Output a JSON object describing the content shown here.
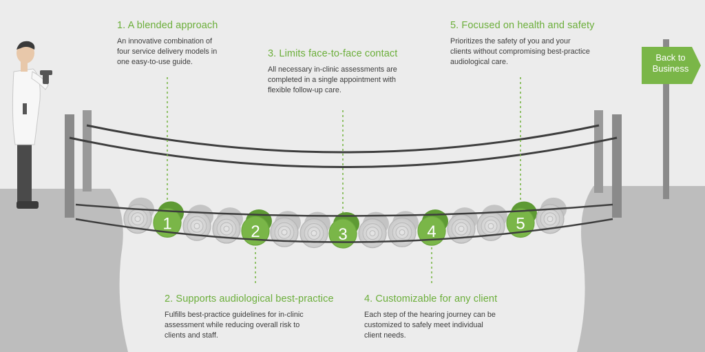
{
  "steps": [
    {
      "number": "1",
      "title": "1. A blended approach",
      "lines": [
        "An innovative combination of",
        "four service delivery models in",
        "one easy-to-use guide."
      ]
    },
    {
      "number": "2",
      "title": "2. Supports audiological best-practice",
      "lines": [
        "Fulfills best-practice guidelines for in-clinic",
        "assessment while reducing overall risk to",
        "clients and staff."
      ]
    },
    {
      "number": "3",
      "title": "3. Limits face-to-face contact",
      "lines": [
        "All necessary in-clinic assessments are",
        "completed in a single appointment with",
        "flexible follow-up care."
      ]
    },
    {
      "number": "4",
      "title": "4. Customizable for any client",
      "lines": [
        "Each step of the hearing journey can be",
        "customized to safely meet individual",
        "client needs."
      ]
    },
    {
      "number": "5",
      "title": "5. Focused on health and safety",
      "lines": [
        "Prioritizes the safety of you and your",
        "clients without compromising best-practice",
        "audiological care."
      ]
    }
  ],
  "sign": {
    "line1": "Back to",
    "line2": "Business"
  },
  "colors": {
    "accent": "#7ab648",
    "accent_dark": "#5e9a34",
    "rope": "#3d3d3d",
    "cliff": "#bdbdbd",
    "log": "#d4d4d4"
  }
}
